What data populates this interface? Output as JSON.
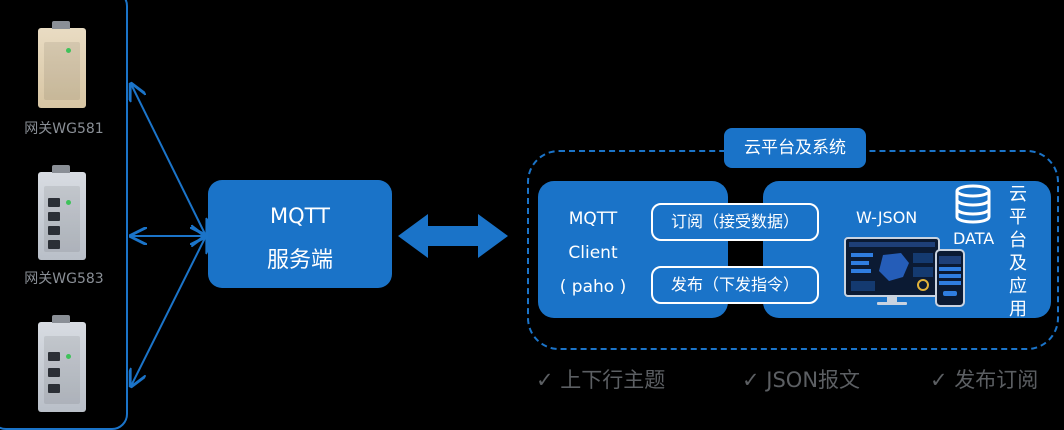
{
  "gateways": [
    {
      "label": "网关WG581"
    },
    {
      "label": "网关WG583"
    },
    {
      "label": ""
    }
  ],
  "server": {
    "line1": "MQTT",
    "line2": "服务端"
  },
  "cloud": {
    "title": "云平台及系统",
    "client": {
      "line1": "MQTT",
      "line2": "Client",
      "line3": "( paho )"
    },
    "subscribe_label": "订阅（接受数据）",
    "publish_label": "发布（下发指令）",
    "wjson_label": "W-JSON",
    "data_label": "DATA",
    "vertical_chars": [
      "云",
      "平",
      "台",
      "及",
      "应",
      "用"
    ]
  },
  "features": [
    {
      "label": "上下行主题"
    },
    {
      "label": "JSON报文"
    },
    {
      "label": "发布订阅"
    }
  ],
  "colors": {
    "accent": "#1a73c8",
    "border": "#1b74c9",
    "muted": "#5c5f63",
    "background": "#000000"
  },
  "icons": [
    "database-icon",
    "check-icon",
    "double-arrow-icon",
    "dashboard-monitor-icon",
    "phone-icon"
  ]
}
